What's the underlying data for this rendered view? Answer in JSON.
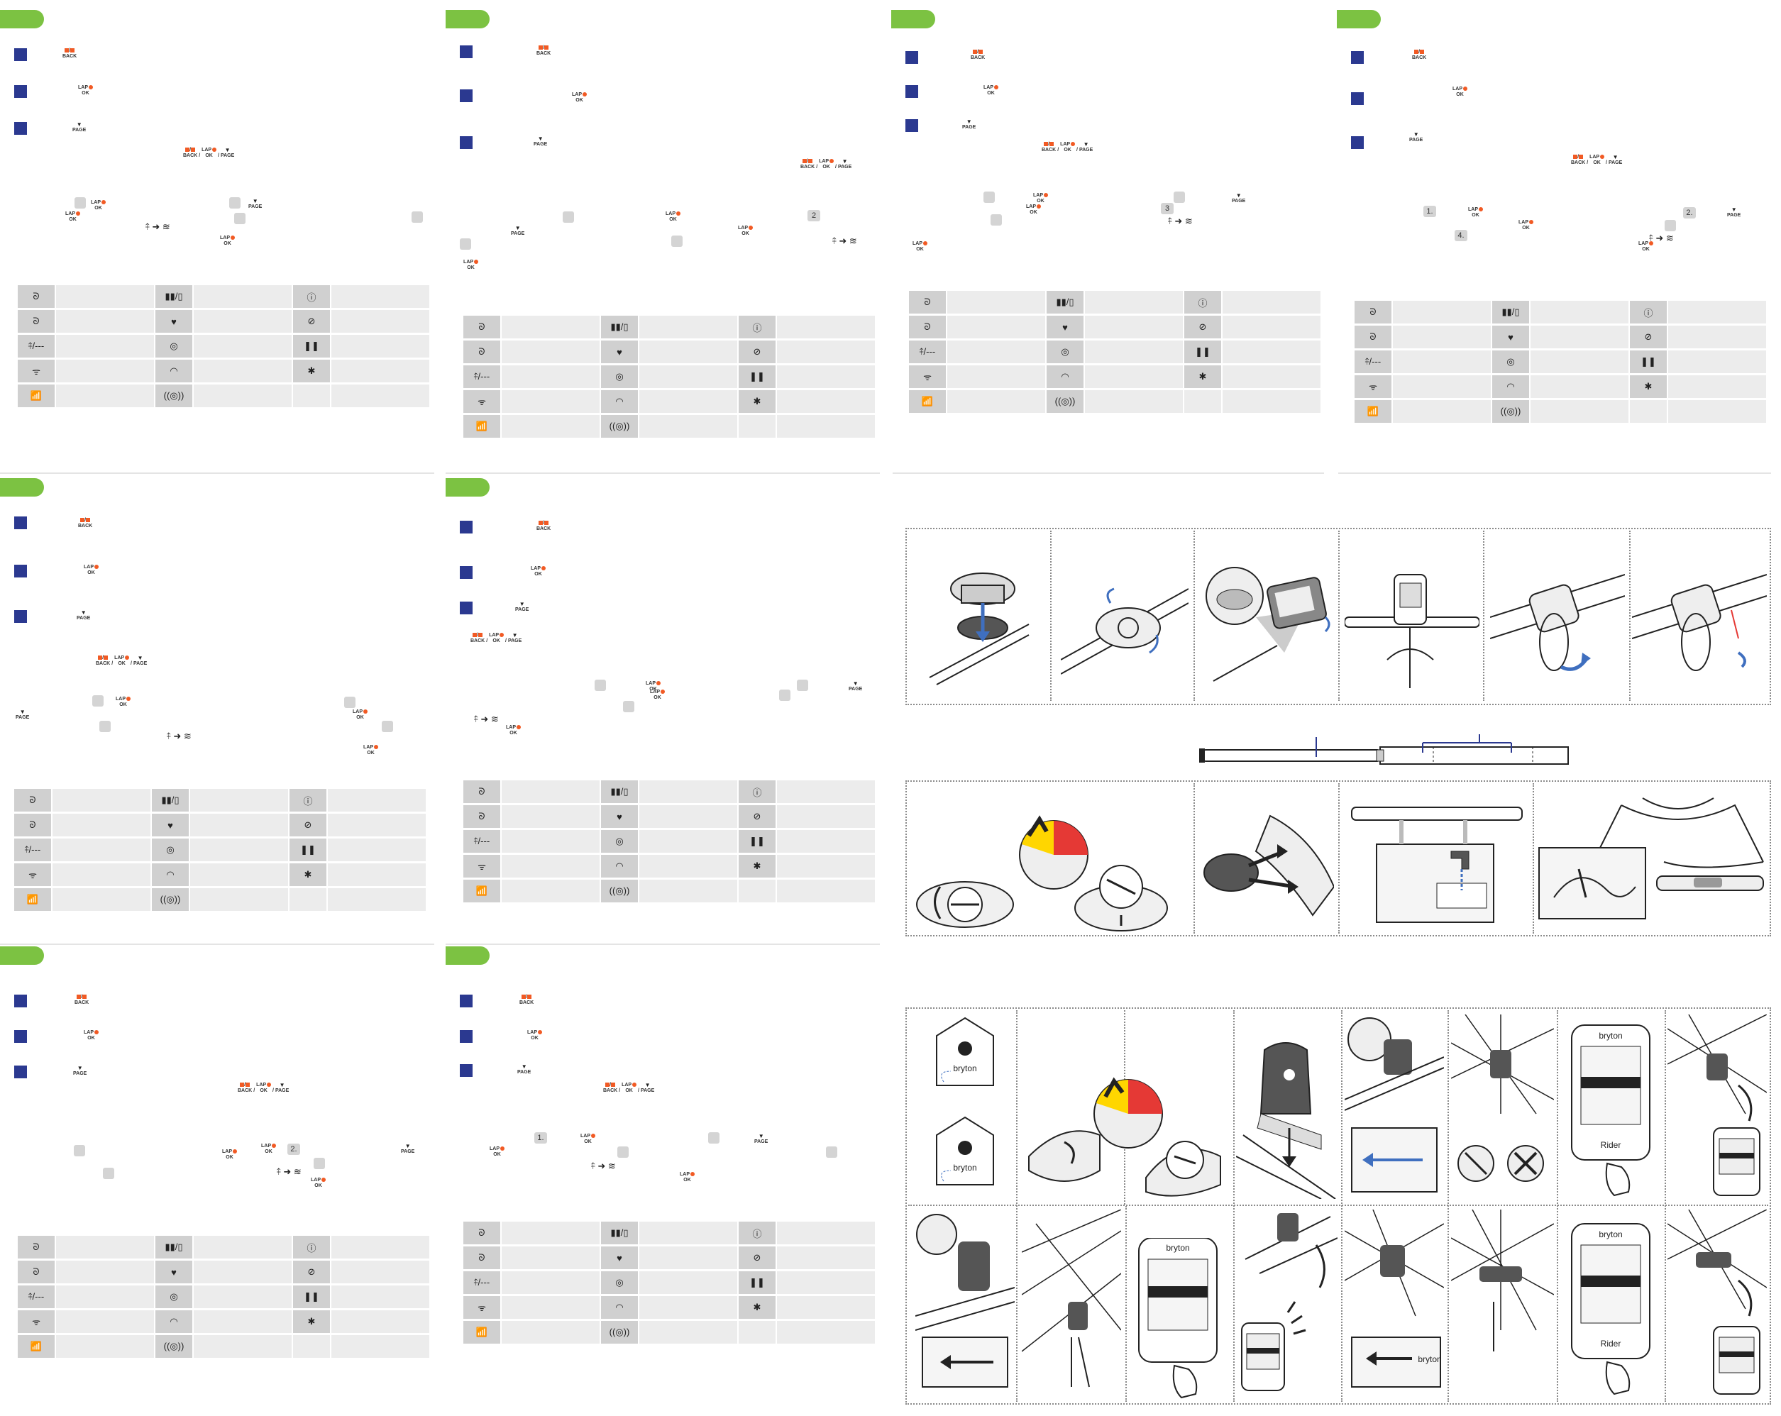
{
  "buttons": {
    "back": "BACK",
    "lap": "LAP",
    "ok": "OK",
    "page": "PAGE",
    "separator": "/"
  },
  "steps": {
    "num1": "1.",
    "num2": "2.",
    "num2b": "2",
    "num3": "3",
    "num4": "4."
  },
  "icons": {
    "bike1": "bike-1-icon",
    "bike2": "bike-2-icon",
    "sensor_off": "sensor-off-icon",
    "signal_weak": "signal-weak-icon",
    "signal_strong": "signal-strong-icon",
    "battery": "battery-icon",
    "heart": "heart-rate-icon",
    "cadence": "cadence-icon",
    "speed": "speed-icon",
    "combo_sensor": "combo-sensor-icon",
    "info": "info-icon",
    "compass": "compass-icon",
    "pause": "pause-icon",
    "bluetooth": "bluetooth-icon"
  },
  "legend_glyphs": {
    "bike": "ᘐ",
    "sensor_off": "⤉/---",
    "signal_weak": "ᯤ",
    "signal_strong": "📶",
    "battery": "▮▮/▯",
    "heart": "♥",
    "cadence": "◎",
    "speed": "◠",
    "combo": "((◎))",
    "info": "ⓘ",
    "compass": "⊘",
    "pause": "❚❚",
    "bluetooth": "✱"
  },
  "brand": {
    "name": "bryton",
    "model": "Rider"
  },
  "colors": {
    "tab_green": "#7cc242",
    "step_blue": "#2b3990",
    "button_orange": "#f15a24",
    "warning_red": "#e53935",
    "warning_yellow": "#ffd600",
    "arrow_blue": "#3f6fbf"
  }
}
